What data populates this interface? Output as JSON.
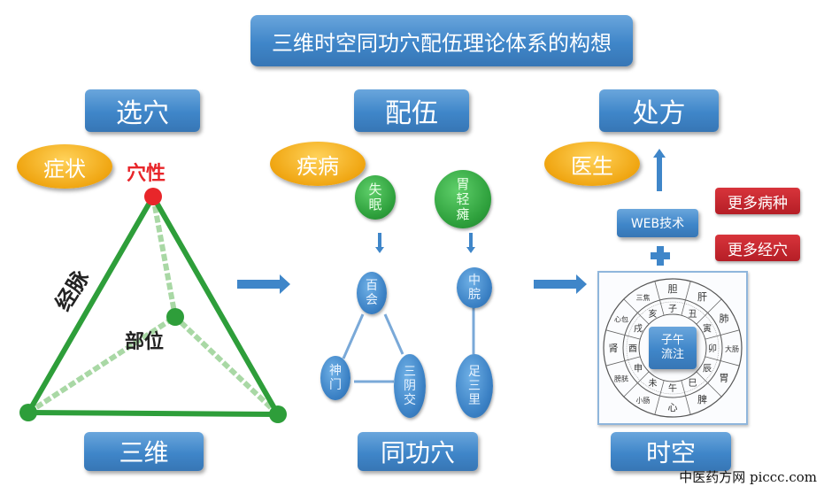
{
  "title": "三维时空同功穴配伍理论体系的构想",
  "columns": {
    "left": {
      "header": "选穴",
      "factor": "症状",
      "footer": "三维",
      "triangle": {
        "apex_label": "穴性",
        "edge_label": "经脉",
        "center_label": "部位"
      }
    },
    "middle": {
      "header": "配伍",
      "factor": "疾病",
      "footer": "同功穴",
      "diseases": [
        {
          "name": "失眠",
          "chars": [
            "失",
            "眠"
          ]
        },
        {
          "name": "胃轻瘫",
          "chars": [
            "胃",
            "轻",
            "瘫"
          ]
        }
      ],
      "acupoints": [
        {
          "name": "百会",
          "chars": [
            "百",
            "会"
          ]
        },
        {
          "name": "神门",
          "chars": [
            "神",
            "门"
          ]
        },
        {
          "name": "三阴交",
          "chars": [
            "三",
            "阴",
            "交"
          ]
        },
        {
          "name": "中脘",
          "chars": [
            "中",
            "脘"
          ]
        },
        {
          "name": "足三里",
          "chars": [
            "足",
            "三",
            "里"
          ]
        }
      ]
    },
    "right": {
      "header": "处方",
      "factor": "医生",
      "footer": "时空",
      "web_label": "WEB技术",
      "tags": [
        "更多病种",
        "更多经穴"
      ],
      "clock": {
        "center_lines": [
          "子午",
          "流注"
        ],
        "branches": [
          "子",
          "丑",
          "寅",
          "卯",
          "辰",
          "巳",
          "午",
          "未",
          "申",
          "酉",
          "戌",
          "亥"
        ],
        "organs": [
          "胆",
          "肝",
          "肺",
          "大肠",
          "胃",
          "脾",
          "心",
          "小肠",
          "膀胱",
          "肾",
          "心包",
          "三焦"
        ]
      }
    }
  },
  "watermark": "中医药方网 piccc.com",
  "colors": {
    "blue": "#3f86c9",
    "orange": "#f0a612",
    "green": "#2ea03c",
    "red": "#d8343b",
    "apex_red": "#e8262a"
  }
}
